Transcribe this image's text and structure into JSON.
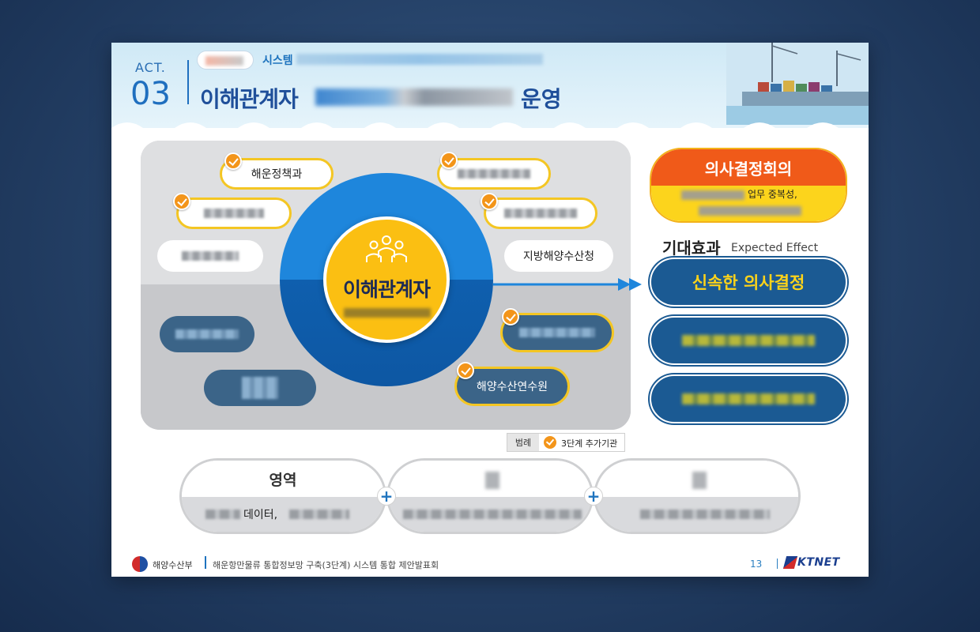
{
  "header": {
    "act_label": "ACT.",
    "act_number": "03",
    "system_label": "시스템",
    "title_main": "이해관계자",
    "title_tail": "운영"
  },
  "stakeholders": {
    "center_label": "이해관계자",
    "nodes": {
      "maritime_policy": "해운정책과",
      "regional_office": "지방해양수산청",
      "training_institute": "해양수산연수원"
    }
  },
  "decision": {
    "title": "의사결정회의",
    "line1": "업무 중복성,"
  },
  "effects": {
    "title": "기대효과",
    "subtitle": "Expected Effect",
    "main": "신속한 의사결정"
  },
  "legend": {
    "label": "범례",
    "item": "3단계 추가기관"
  },
  "areas": {
    "first_head": "영역",
    "first_body": "데이터,",
    "plus": "+"
  },
  "footer": {
    "org": "해양수산부",
    "project": "해운항만물류 통합정보망 구축(3단계) 시스템 통합 제안발표회",
    "page": "13",
    "brand": "KTNET"
  },
  "colors": {
    "primary_blue": "#1e86dc",
    "dark_blue": "#1b5a93",
    "accent_yellow": "#fbbf12",
    "accent_orange": "#f05a19"
  }
}
